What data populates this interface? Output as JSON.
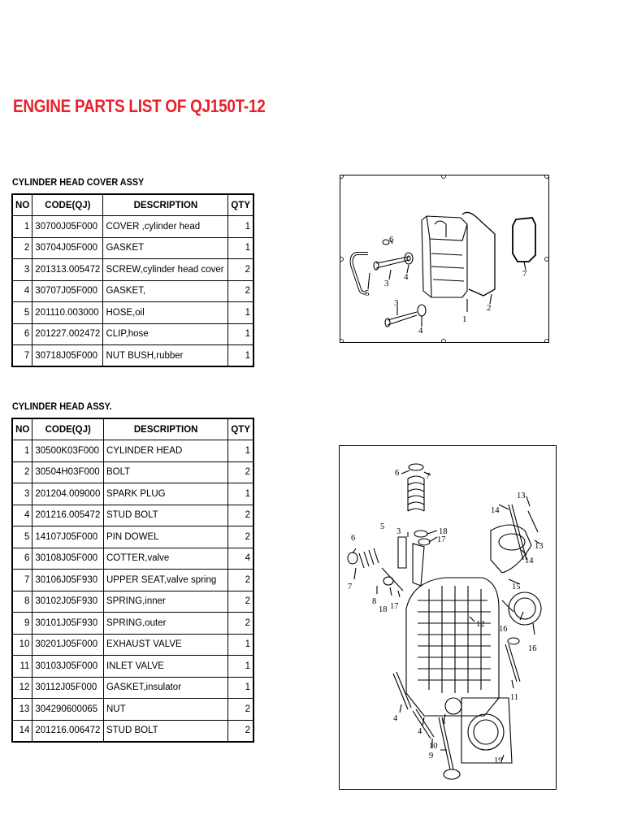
{
  "page_title": "ENGINE PARTS LIST OF QJ150T-12",
  "sections": [
    {
      "title": "CYLINDER HEAD COVER ASSY",
      "headers": [
        "NO",
        "CODE(QJ)",
        "DESCRIPTION",
        "QTY"
      ],
      "rows": [
        [
          "1",
          "30700J05F000",
          "COVER ,cylinder head",
          "1"
        ],
        [
          "2",
          "30704J05F000",
          "GASKET",
          "1"
        ],
        [
          "3",
          "201313.005472",
          "SCREW,cylinder head cover",
          "2"
        ],
        [
          "4",
          "30707J05F000",
          "GASKET,",
          "2"
        ],
        [
          "5",
          "201110.003000",
          "HOSE,oil",
          "1"
        ],
        [
          "6",
          "201227.002472",
          "CLIP,hose",
          "1"
        ],
        [
          "7",
          "30718J05F000",
          "NUT  BUSH,rubber",
          "1"
        ]
      ],
      "diagram_labels": [
        "6",
        "3",
        "4",
        "5",
        "1",
        "2",
        "7",
        "3",
        "4"
      ]
    },
    {
      "title": "CYLINDER HEAD ASSY.",
      "headers": [
        "NO",
        "CODE(QJ)",
        "DESCRIPTION",
        "QTY"
      ],
      "rows": [
        [
          "1",
          "30500K03F000",
          "CYLINDER HEAD",
          "1"
        ],
        [
          "2",
          "30504H03F000",
          "BOLT",
          "2"
        ],
        [
          "3",
          "201204.009000",
          "SPARK PLUG",
          "1"
        ],
        [
          "4",
          "201216.005472",
          "STUD BOLT",
          "2"
        ],
        [
          "5",
          "14107J05F000",
          "PIN DOWEL",
          "2"
        ],
        [
          "6",
          "30108J05F000",
          "COTTER,valve",
          "4"
        ],
        [
          "7",
          "30106J05F930",
          "UPPER SEAT,valve spring",
          "2"
        ],
        [
          "8",
          "30102J05F930",
          "SPRING,inner",
          "2"
        ],
        [
          "9",
          "30101J05F930",
          "SPRING,outer",
          "2"
        ],
        [
          "10",
          "30201J05F000",
          "EXHAUST VALVE",
          "1"
        ],
        [
          "11",
          "30103J05F000",
          "INLET VALVE",
          "1"
        ],
        [
          "12",
          "30112J05F000",
          "GASKET,insulator",
          "1"
        ],
        [
          "13",
          "304290600065",
          "NUT",
          "2"
        ],
        [
          "14",
          "201216.006472",
          "STUD BOLT",
          "2"
        ]
      ],
      "diagram_labels": [
        "6",
        "7",
        "13",
        "14",
        "18",
        "17",
        "5",
        "3",
        "13",
        "6",
        "14",
        "7",
        "8",
        "18",
        "17",
        "15",
        "12",
        "16",
        "16",
        "4",
        "11",
        "4",
        "1",
        "9",
        "10",
        "19"
      ]
    }
  ]
}
